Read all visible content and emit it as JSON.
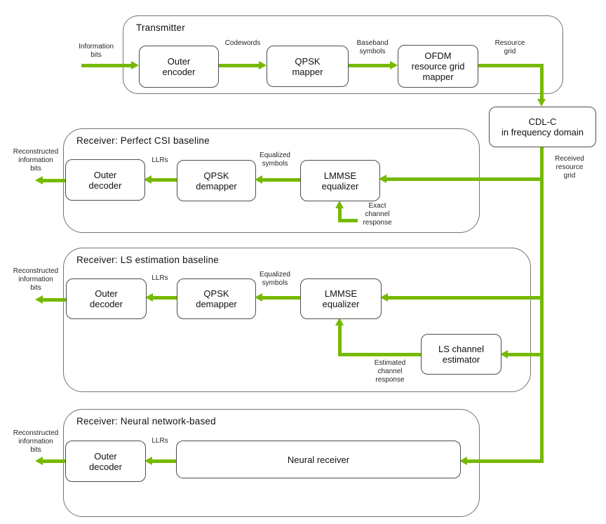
{
  "colors": {
    "accent": "#76b900",
    "block_border": "#4d4d4d",
    "container_border": "#737373",
    "text": "#1a1a1a"
  },
  "transmitter": {
    "title": "Transmitter",
    "blocks": {
      "outer_encoder": "Outer\nencoder",
      "qpsk_mapper": "QPSK\nmapper",
      "ofdm_mapper": "OFDM\nresource grid\nmapper"
    },
    "labels": {
      "information_bits": "Information\nbits",
      "codewords": "Codewords",
      "baseband_symbols": "Baseband\nsymbols",
      "resource_grid": "Resource\ngrid"
    }
  },
  "channel": {
    "cdl_c": "CDL-C\nin frequency domain",
    "received_resource_grid": "Received\nresource\ngrid"
  },
  "receiver_csi": {
    "title": "Receiver: Perfect CSI baseline",
    "blocks": {
      "outer_decoder": "Outer\ndecoder",
      "qpsk_demapper": "QPSK\ndemapper",
      "lmmse_equalizer": "LMMSE\nequalizer"
    },
    "labels": {
      "reconstructed": "Reconstructed\ninformation\nbits",
      "llrs": "LLRs",
      "equalized_symbols": "Equalized\nsymbols",
      "exact_channel": "Exact\nchannel\nresponse"
    }
  },
  "receiver_ls": {
    "title": "Receiver: LS estimation baseline",
    "blocks": {
      "outer_decoder": "Outer\ndecoder",
      "qpsk_demapper": "QPSK\ndemapper",
      "lmmse_equalizer": "LMMSE\nequalizer",
      "ls_estimator": "LS channel\nestimator"
    },
    "labels": {
      "reconstructed": "Reconstructed\ninformation\nbits",
      "llrs": "LLRs",
      "equalized_symbols": "Equalized\nsymbols",
      "estimated_channel": "Estimated\nchannel\nresponse"
    }
  },
  "receiver_neural": {
    "title": "Receiver: Neural network-based",
    "blocks": {
      "outer_decoder": "Outer\ndecoder",
      "neural_receiver": "Neural receiver"
    },
    "labels": {
      "reconstructed": "Reconstructed\ninformation\nbits",
      "llrs": "LLRs"
    }
  }
}
